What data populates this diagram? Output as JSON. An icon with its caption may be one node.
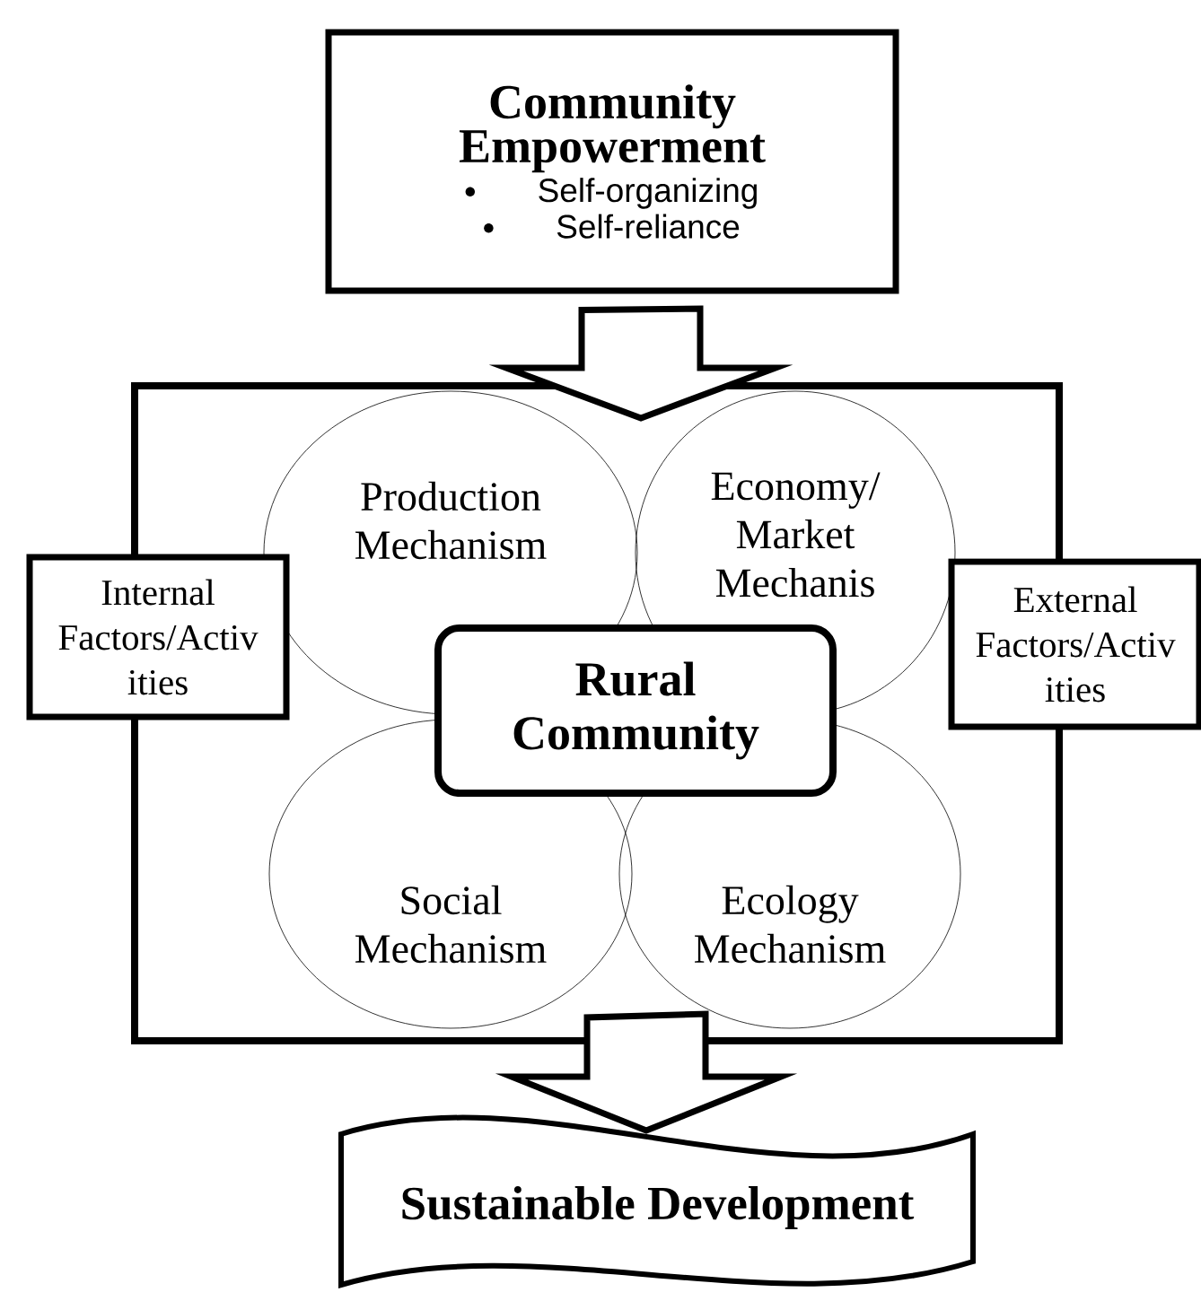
{
  "diagram": {
    "nodes": [
      {
        "text": [
          "Community Empowerment",
          "Self-organizing",
          "Self-reliance"
        ]
      },
      {
        "text": [],
        "shape": "box"
      },
      {
        "text": [
          "Production Mechanism"
        ],
        "in": 1
      },
      {
        "text": [
          "Economy/ Market Mechanis"
        ],
        "in": 1
      },
      {
        "text": [
          "Internal Factors/Activ ities"
        ]
      },
      {
        "text": [
          "Rural Community"
        ],
        "in": 1
      },
      {
        "text": [
          "External Factors/Activ ities"
        ]
      },
      {
        "text": [
          "Social Mechanism"
        ],
        "in": 1
      },
      {
        "text": [
          "Ecology Mechanism"
        ],
        "in": 1
      },
      {
        "text": [
          "Sustainable Development"
        ]
      }
    ],
    "edges": [
      {
        "from": 0,
        "to": 1,
        "arrow": "to"
      },
      {
        "from": 1,
        "to": 9,
        "arrow": "to"
      }
    ]
  }
}
